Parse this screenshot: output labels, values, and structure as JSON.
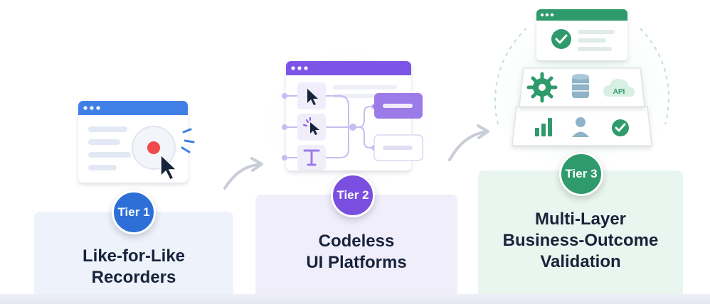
{
  "tiers": [
    {
      "badge": "Tier 1",
      "title_line1": "Like-for-Like",
      "title_line2": "Recorders",
      "color": "#2d6fd6"
    },
    {
      "badge": "Tier 2",
      "title_line1": "Codeless",
      "title_line2": "UI Platforms",
      "color": "#7a4fe0"
    },
    {
      "badge": "Tier 3",
      "title_line1": "Multi-Layer",
      "title_line2": "Business-Outcome",
      "title_line3": "Validation",
      "color": "#2f9a6b"
    }
  ],
  "tier3_icons": {
    "api_label": "API"
  },
  "colors": {
    "tier1_card": "#eef2fb",
    "tier2_card": "#f1eefc",
    "tier3_card": "#e9f6ef",
    "browser_blue": "#3f7fe6",
    "browser_purple": "#7d55e6",
    "browser_green": "#2f9a6b",
    "record_red": "#f04a4a"
  },
  "icons": [
    "browser-window-icon",
    "record-button-icon",
    "cursor-icon",
    "click-burst-icon",
    "text-tool-icon",
    "flow-connector-icon",
    "gear-icon",
    "database-icon",
    "cloud-api-icon",
    "bar-chart-icon",
    "user-icon",
    "check-circle-icon",
    "arrow-icon"
  ]
}
